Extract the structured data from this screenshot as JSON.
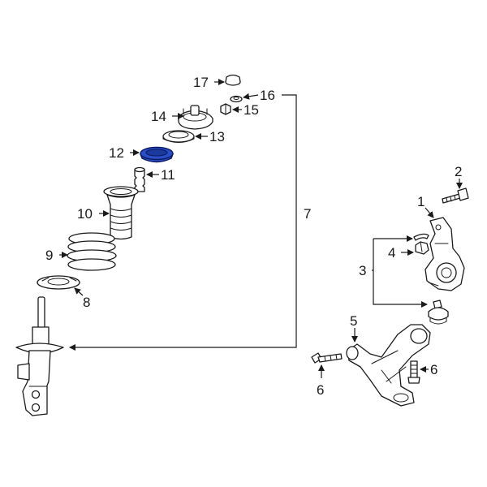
{
  "callouts": [
    {
      "id": "1",
      "label": "1"
    },
    {
      "id": "2",
      "label": "2"
    },
    {
      "id": "3",
      "label": "3"
    },
    {
      "id": "4",
      "label": "4"
    },
    {
      "id": "5",
      "label": "5"
    },
    {
      "id": "6a",
      "label": "6"
    },
    {
      "id": "6b",
      "label": "6"
    },
    {
      "id": "7",
      "label": "7"
    },
    {
      "id": "8",
      "label": "8"
    },
    {
      "id": "9",
      "label": "9"
    },
    {
      "id": "10",
      "label": "10"
    },
    {
      "id": "11",
      "label": "11"
    },
    {
      "id": "12",
      "label": "12"
    },
    {
      "id": "13",
      "label": "13"
    },
    {
      "id": "14",
      "label": "14"
    },
    {
      "id": "15",
      "label": "15"
    },
    {
      "id": "16",
      "label": "16"
    },
    {
      "id": "17",
      "label": "17"
    }
  ],
  "highlighted_part": "12",
  "colors": {
    "highlight": "#2a4fc4",
    "line": "#1a1a1a",
    "background": "#ffffff"
  }
}
